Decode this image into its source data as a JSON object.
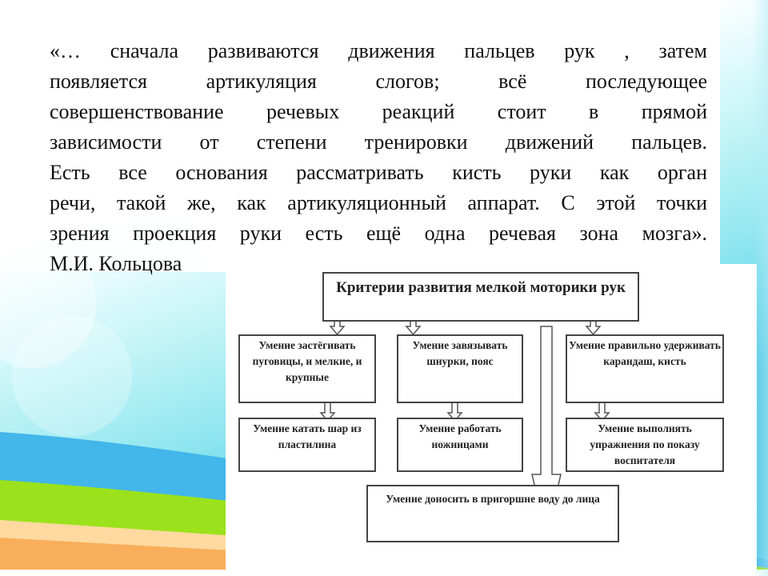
{
  "quote": {
    "lines": [
      "«… сначала развиваются движения пальцев рук , затем",
      "появляется артикуляция слогов; всё последующее",
      "совершенствование речевых реакций стоит в прямой",
      "зависимости от степени тренировки движений пальцев.",
      "Есть все основания рассматривать кисть руки как орган",
      "речи, такой же, как артикуляционный аппарат. С этой точки",
      "зрения проекция руки есть ещё одна речевая зона мозга».",
      "М.И. Кольцова"
    ]
  },
  "diagram": {
    "title": "Критерии развития мелкой моторики рук",
    "row1": [
      "Умение застёгивать пуговицы, и мелкие, и крупные",
      "Умение завязывать шнурки, пояс",
      "Умение правильно удерживать карандаш, кисть"
    ],
    "row2": [
      "Умение катать шар из пластилина",
      "Умение работать ножницами",
      "Умение выполнять упражнения по показу воспитателя"
    ],
    "bottom": "Умение доносить в пригоршне воду до лица"
  }
}
